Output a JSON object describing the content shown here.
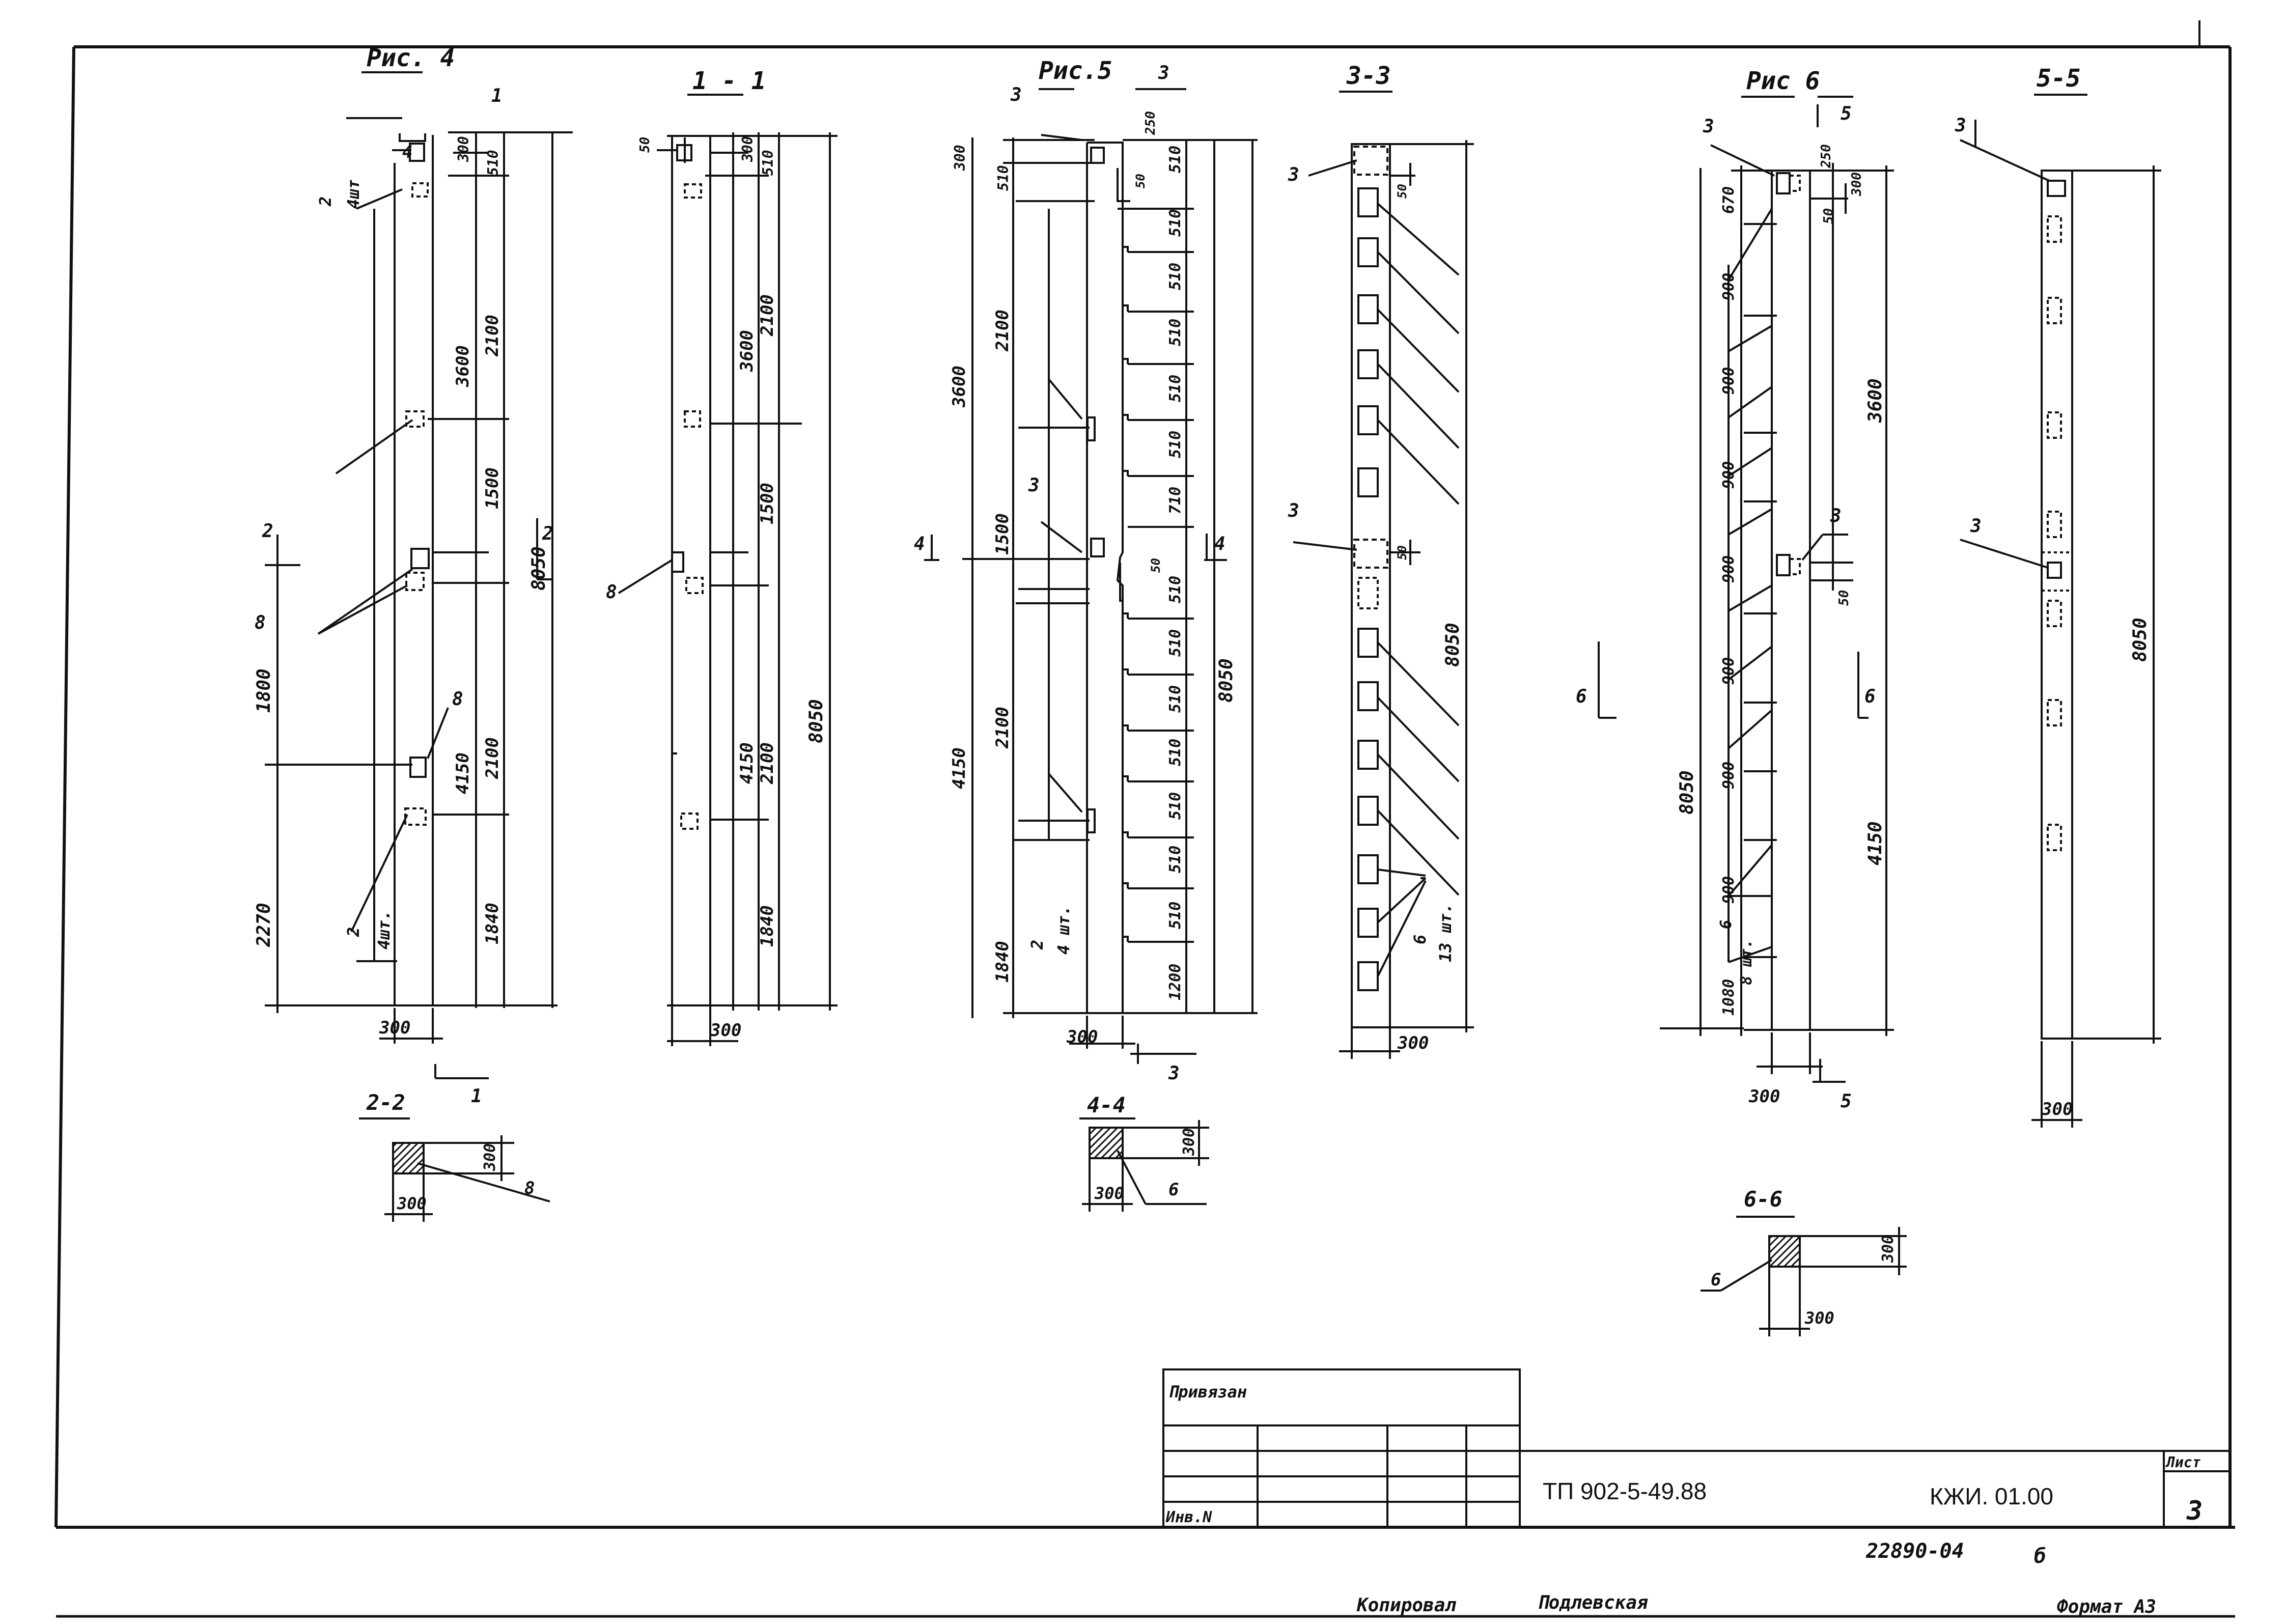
{
  "sheet": {
    "privyazan_label": "Привязан",
    "inv_label": "Инв.N",
    "code": "ТП 902-5-49.88",
    "doc_mark": "КЖИ. 01.00",
    "list_label": "Лист",
    "list_number": "3",
    "archive_number": "22890-04",
    "archive_suffix": "б",
    "copied_by": "Копировал",
    "copier_name": "Подлевская",
    "format": "Формат А3"
  },
  "views": {
    "fig4": {
      "title": "Рис. 4",
      "cut_mark": "1",
      "cut_mark_bottom": "1",
      "section_mark_left": "2",
      "section_mark_right": "2",
      "callout_4": "4",
      "callout_8a": "8",
      "callout_8b": "8",
      "qty_top_num": "2",
      "qty_top": "4шт",
      "qty_bottom_num": "2",
      "qty_bottom": "4шт.",
      "dims": [
        "300",
        "510",
        "3600",
        "2100",
        "1500",
        "8050",
        "4150",
        "2100",
        "1840",
        "1800",
        "2270",
        "300"
      ]
    },
    "sec11": {
      "title": "1 - 1",
      "callout_8": "8",
      "dims": [
        "50",
        "300",
        "510",
        "3600",
        "2100",
        "1500",
        "8050",
        "4150",
        "2100",
        "1840",
        "300"
      ]
    },
    "fig5": {
      "title": "Рис.5",
      "cut_mark": "3",
      "cut_mark_bottom": "3",
      "section_mark_left": "4",
      "section_mark_right": "4",
      "callout_3a": "3",
      "callout_3b": "3",
      "qty_num": "2",
      "qty": "4 шт.",
      "dims_left": [
        "300",
        "510",
        "2100",
        "3600",
        "1500",
        "2100",
        "4150",
        "1840",
        "300"
      ],
      "dims_right": [
        "250",
        "50",
        "510",
        "510",
        "510",
        "510",
        "510",
        "510",
        "710",
        "50",
        "510",
        "510",
        "510",
        "510",
        "510",
        "510",
        "510",
        "1200",
        "8050"
      ]
    },
    "sec33": {
      "title": "3-3",
      "callout_3a": "3",
      "callout_3b": "3",
      "dim_50a": "50",
      "dim_50b": "50",
      "dim_total": "8050",
      "qty_num": "6",
      "qty": "13 шт.",
      "dim_width": "300"
    },
    "fig6": {
      "title": "Рис 6",
      "cut_mark": "5",
      "cut_mark_bottom": "5",
      "section_mark_left": "6",
      "section_mark_right": "6",
      "callout_3a": "3",
      "callout_3b": "3",
      "qty_num": "6",
      "qty": "8 шт.",
      "dims_left": [
        "670",
        "900",
        "900",
        "900",
        "900",
        "900",
        "900",
        "900",
        "1080",
        "8050"
      ],
      "dims_right": [
        "250",
        "50",
        "300",
        "3600",
        "50",
        "4150"
      ],
      "dim_width": "300"
    },
    "sec55": {
      "title": "5-5",
      "callout_3a": "3",
      "callout_3b": "3",
      "dim_total": "8050",
      "dim_width": "300"
    },
    "sec22": {
      "title": "2-2",
      "dim_h": "300",
      "dim_w": "300",
      "callout": "8"
    },
    "sec44": {
      "title": "4-4",
      "dim_h": "300",
      "dim_w": "300",
      "callout": "6"
    },
    "sec66": {
      "title": "6-6",
      "dim_h": "300",
      "dim_w": "300",
      "callout": "6"
    }
  }
}
